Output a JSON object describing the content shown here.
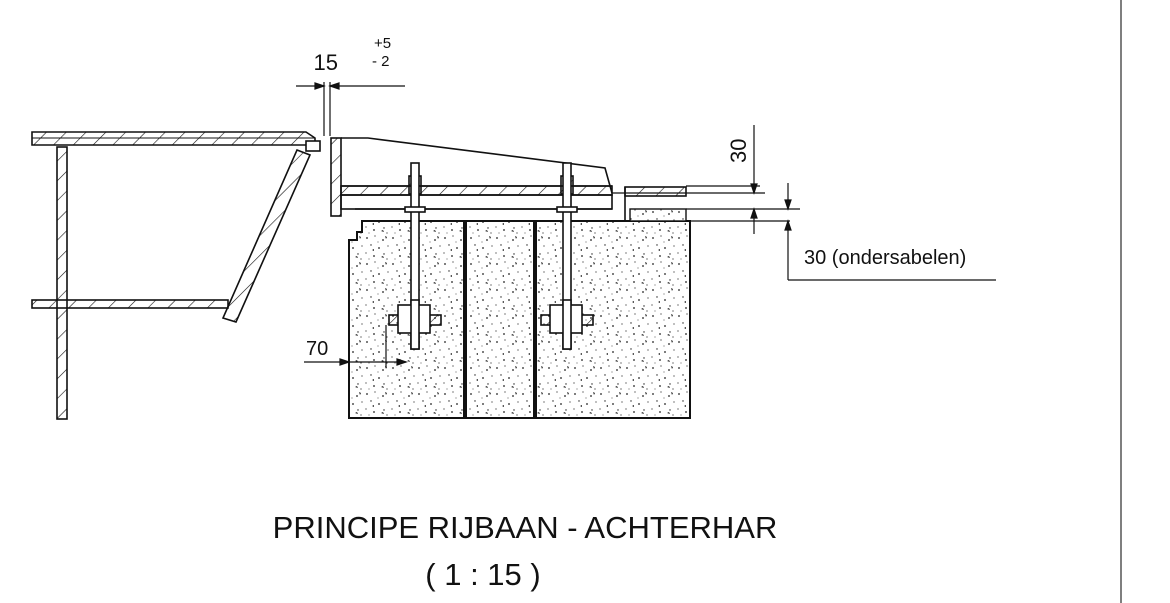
{
  "dimensions": {
    "gap_value": "15",
    "gap_tol_plus": "+5",
    "gap_tol_minus": "- 2",
    "depth_top": "30",
    "depth_bottom": "30 (ondersabelen)",
    "anchor_offset": "70"
  },
  "title": {
    "line1": "PRINCIPE RIJBAAN - ACHTERHAR",
    "line2": "( 1 : 15 )"
  }
}
